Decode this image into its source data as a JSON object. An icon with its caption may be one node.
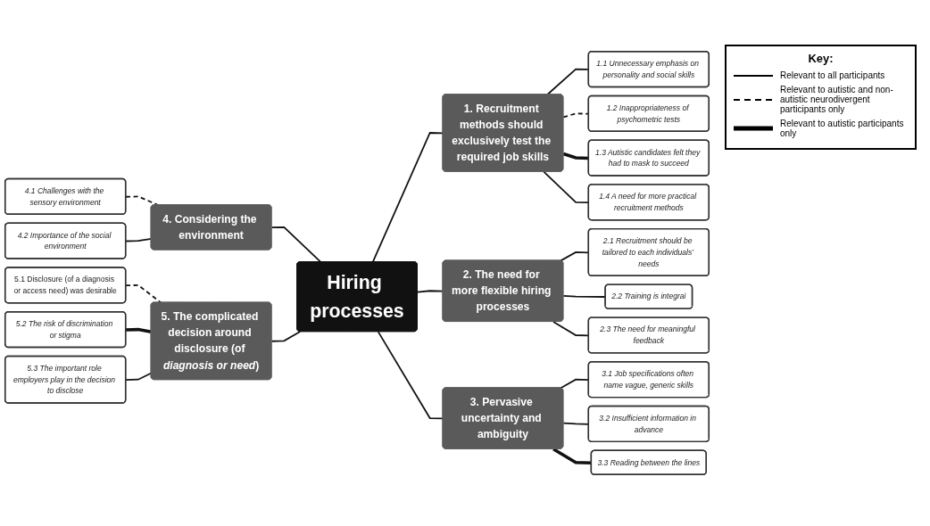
{
  "diagram": {
    "nodes": [
      {
        "text": [
          "Hiring processes"
        ]
      },
      {
        "text": [
          "1. Recruitment methods should exclusively test the required job skills"
        ]
      },
      {
        "text": [
          "1.1 Unnecessary emphasis on personality and social skills"
        ]
      },
      {
        "text": [
          "1.2 Inappropriateness of psychometric tests"
        ]
      },
      {
        "text": [
          "1.3 Autistic candidates felt they had to mask to succeed"
        ]
      },
      {
        "text": [
          "1.4 A need for more practical recruitment methods"
        ]
      },
      {
        "text": [
          "2. The need for more flexible hiring processes"
        ]
      },
      {
        "text": [
          "2.1 Recruitment should be tailored to each individuals’ needs"
        ]
      },
      {
        "text": [
          "2.2 Training is integral"
        ]
      },
      {
        "text": [
          "2.3 The need for meaningful feedback"
        ]
      },
      {
        "text": [
          "3. Pervasive uncertainty and ambiguity"
        ]
      },
      {
        "text": [
          "3.1 Job specifications often name vague, generic skills"
        ]
      },
      {
        "text": [
          "3.2 Insufficient information in advance"
        ]
      },
      {
        "text": [
          "3.3 Reading between the lines"
        ]
      },
      {
        "text": [
          "4. Considering the environment"
        ]
      },
      {
        "text": [
          "4.1 Challenges with the sensory environment"
        ]
      },
      {
        "text": [
          "4.2 Importance of the social environment"
        ]
      },
      {
        "text": [
          "5. The complicated decision around disclosure (of *diagnosis or need*)"
        ]
      },
      {
        "text": [
          "5.1 Disclosure (of a diagnosis or access need) was desirable"
        ]
      },
      {
        "text": [
          "5.2 The risk of discrimination or stigma"
        ]
      },
      {
        "text": [
          "5.3 The important role employers play in the decision to disclose"
        ]
      }
    ],
    "edges": [
      {
        "from": 0,
        "to": 1,
        "arrow": "none"
      },
      {
        "from": 0,
        "to": 6,
        "arrow": "none"
      },
      {
        "from": 0,
        "to": 10,
        "arrow": "none"
      },
      {
        "from": 14,
        "to": 0,
        "arrow": "none"
      },
      {
        "from": 17,
        "to": 0,
        "arrow": "none"
      },
      {
        "from": 1,
        "to": 2,
        "arrow": "none"
      },
      {
        "from": 1,
        "to": 3,
        "arrow": "none",
        "style": "dashed"
      },
      {
        "from": 1,
        "to": 4,
        "arrow": "none",
        "style": "thick"
      },
      {
        "from": 1,
        "to": 5,
        "arrow": "none"
      },
      {
        "from": 6,
        "to": 7,
        "arrow": "none"
      },
      {
        "from": 6,
        "to": 8,
        "arrow": "none"
      },
      {
        "from": 6,
        "to": 9,
        "arrow": "none"
      },
      {
        "from": 10,
        "to": 11,
        "arrow": "none"
      },
      {
        "from": 10,
        "to": 12,
        "arrow": "none"
      },
      {
        "from": 10,
        "to": 13,
        "arrow": "none",
        "style": "thick"
      },
      {
        "from": 15,
        "to": 14,
        "arrow": "none",
        "style": "dashed"
      },
      {
        "from": 16,
        "to": 14,
        "arrow": "none"
      },
      {
        "from": 18,
        "to": 17,
        "arrow": "none",
        "style": "dashed"
      },
      {
        "from": 19,
        "to": 17,
        "arrow": "none",
        "style": "thick"
      },
      {
        "from": 20,
        "to": 17,
        "arrow": "none"
      }
    ],
    "labels": [
      "Key:"
    ],
    "legend": [
      {
        "text": "Relevant to all participants"
      },
      {
        "text": "Relevant to autistic and non-autistic neurodivergent participants only"
      },
      {
        "text": "Relevant to autistic participants only"
      }
    ]
  }
}
